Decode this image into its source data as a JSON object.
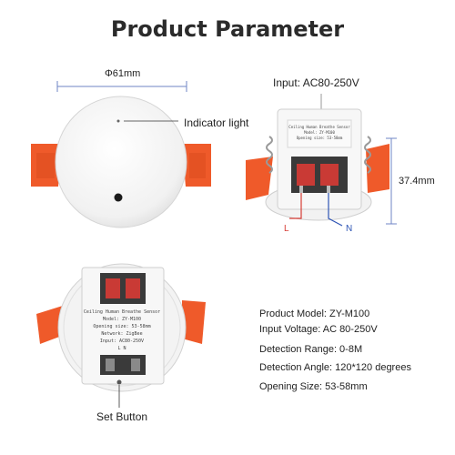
{
  "title": "Product Parameter",
  "labels": {
    "diameter": "Φ61mm",
    "indicator": "Indicator light",
    "input": "Input:  AC80-250V",
    "height": "37.4mm",
    "live": "L",
    "neutral": "N",
    "set_button": "Set Button"
  },
  "module_text": {
    "line1": "Ceiling Human Breathe Sensor",
    "line2": "Model: ZY-M100",
    "line3": "Opening size: 53-58mm",
    "line4": "Network: ZigBee",
    "line5": "Input: AC80-250V",
    "terminals": "L    N"
  },
  "specs": [
    "Product Model: ZY-M100",
    "Input Voltage: AC 80-250V",
    "Detection Range: 0-8M",
    "Detection Angle: 120*120 degrees",
    "Opening Size: 53-58mm"
  ],
  "colors": {
    "clip": "#ef5a2a",
    "dimension": "#6f86c6",
    "live_wire": "#d63d36",
    "neutral_wire": "#2f55b5"
  }
}
